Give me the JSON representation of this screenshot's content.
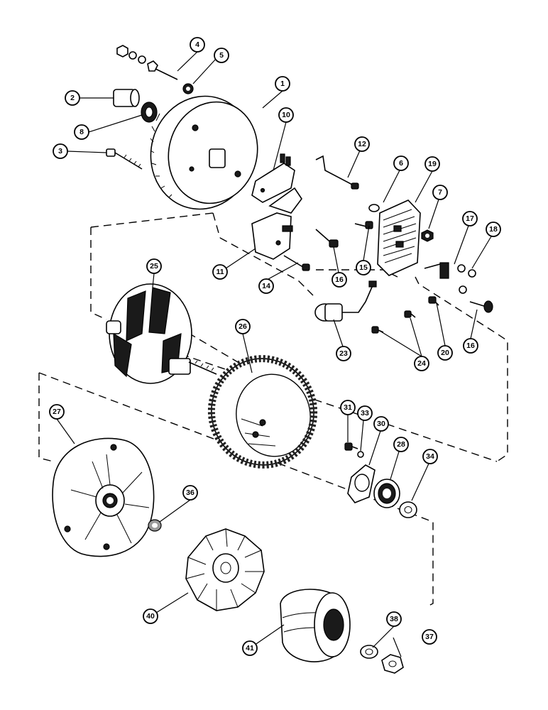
{
  "callouts": [
    {
      "id": "1",
      "label": "1"
    },
    {
      "id": "2",
      "label": "2"
    },
    {
      "id": "3",
      "label": "3"
    },
    {
      "id": "4",
      "label": "4"
    },
    {
      "id": "5",
      "label": "5"
    },
    {
      "id": "6",
      "label": "6"
    },
    {
      "id": "7",
      "label": "7"
    },
    {
      "id": "8",
      "label": "8"
    },
    {
      "id": "10",
      "label": "10"
    },
    {
      "id": "11",
      "label": "11"
    },
    {
      "id": "12",
      "label": "12"
    },
    {
      "id": "14",
      "label": "14"
    },
    {
      "id": "15",
      "label": "15"
    },
    {
      "id": "16a",
      "label": "16"
    },
    {
      "id": "16b",
      "label": "16"
    },
    {
      "id": "17",
      "label": "17"
    },
    {
      "id": "18",
      "label": "18"
    },
    {
      "id": "19",
      "label": "19"
    },
    {
      "id": "20",
      "label": "20"
    },
    {
      "id": "23",
      "label": "23"
    },
    {
      "id": "24",
      "label": "24"
    },
    {
      "id": "25",
      "label": "25"
    },
    {
      "id": "26",
      "label": "26"
    },
    {
      "id": "27",
      "label": "27"
    },
    {
      "id": "28",
      "label": "28"
    },
    {
      "id": "30",
      "label": "30"
    },
    {
      "id": "31",
      "label": "31"
    },
    {
      "id": "33",
      "label": "33"
    },
    {
      "id": "34",
      "label": "34"
    },
    {
      "id": "36",
      "label": "36"
    },
    {
      "id": "37",
      "label": "37"
    },
    {
      "id": "38",
      "label": "38"
    },
    {
      "id": "40",
      "label": "40"
    },
    {
      "id": "41",
      "label": "41"
    }
  ]
}
